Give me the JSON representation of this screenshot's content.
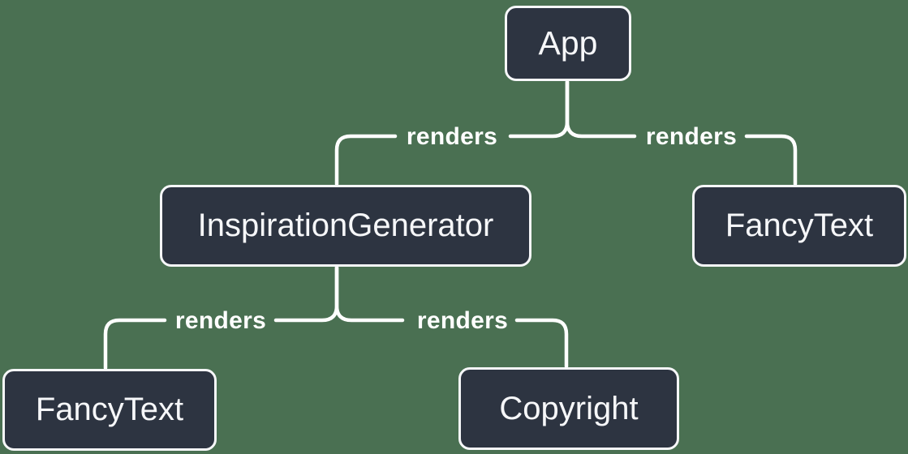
{
  "diagram": {
    "type": "component-render-tree",
    "colors": {
      "background": "#4a7052",
      "node_fill": "#2d3441",
      "node_border": "#f6f7f9",
      "node_text": "#f6f7f9",
      "edge_line": "#ffffff",
      "edge_label_text": "#ffffff"
    },
    "nodes": [
      {
        "label": "App"
      },
      {
        "label": "InspirationGenerator"
      },
      {
        "label": "FancyText"
      },
      {
        "label": "FancyText"
      },
      {
        "label": "Copyright"
      }
    ],
    "edges": [
      {
        "from": "App",
        "to": "InspirationGenerator",
        "label": "renders"
      },
      {
        "from": "App",
        "to": "FancyText",
        "label": "renders"
      },
      {
        "from": "InspirationGenerator",
        "to": "FancyText",
        "label": "renders"
      },
      {
        "from": "InspirationGenerator",
        "to": "Copyright",
        "label": "renders"
      }
    ]
  }
}
